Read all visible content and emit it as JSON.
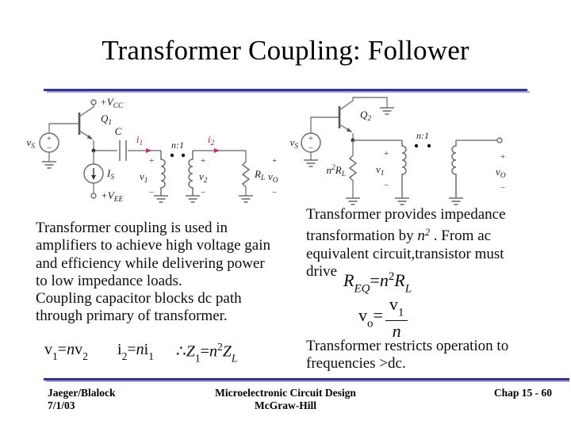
{
  "colors": {
    "accent_line_dark": "#333399",
    "accent_line_light": "#a3a3d6",
    "wire_gray": "#7d7d7d",
    "current_arrow": "#cc2277",
    "current_label": "#aa2244"
  },
  "title": "Transformer Coupling: Follower",
  "signs": {
    "plus": "+",
    "minus": "−"
  },
  "left_circuit": {
    "vcc": {
      "base": "+V",
      "sub": "CC"
    },
    "q1": {
      "base": "Q",
      "sub": "1"
    },
    "vs": {
      "base": "v",
      "sub": "S"
    },
    "is": {
      "base": "I",
      "sub": "S"
    },
    "vee": {
      "base": "+V",
      "sub": "EE"
    },
    "cap": "C",
    "i1": {
      "base": "i",
      "sub": "1"
    },
    "i2": {
      "base": "i",
      "sub": "2"
    },
    "ratio": "n:1",
    "v1": {
      "base": "v",
      "sub": "1"
    },
    "v2": {
      "base": "v",
      "sub": "2"
    },
    "rl": {
      "base": "R",
      "sub": "L"
    },
    "vo": {
      "base": "v",
      "sub": "O"
    }
  },
  "right_circuit": {
    "vs": {
      "base": "v",
      "sub": "S"
    },
    "q2": {
      "base": "Q",
      "sub": "2"
    },
    "n2rl": {
      "pre": "n",
      "sup": "2",
      "base": "R",
      "sub": "L"
    },
    "ratio": "n:1",
    "v1": {
      "base": "v",
      "sub": "1"
    },
    "vo": {
      "base": "v",
      "sub": "O"
    }
  },
  "left_text": {
    "lines": [
      "Transformer coupling is used in",
      "amplifiers to achieve high voltage gain",
      "and efficiency while delivering power",
      "to low impedance loads.",
      "Coupling capacitor blocks dc path",
      "through primary of transformer."
    ]
  },
  "right_text": {
    "line1": "Transformer provides impedance",
    "line2_pre": "transformation by ",
    "line2_var": "n",
    "line2_sup": "2",
    "line2_post": " . From ac",
    "line3": "equivalent circuit,transistor must",
    "line4": "drive"
  },
  "right_text2": {
    "line1": "Transformer restricts operation to",
    "line2": "frequencies >dc."
  },
  "equations": {
    "req": {
      "lhs": "R",
      "lhs_sub": "EQ",
      "eq": "=",
      "coef": "n",
      "coef_sup": "2",
      "rhs": "R",
      "rhs_sub": "L"
    },
    "vo": {
      "lhs": "v",
      "lhs_sub": "o",
      "eq": "=",
      "num": "v",
      "num_sub": "1",
      "den": "n"
    },
    "v1_nv2": {
      "lhs": "v",
      "lhs_sub": "1",
      "eq": "=",
      "coef": "n",
      "rhs": "v",
      "rhs_sub": "2"
    },
    "i2_ni1": {
      "lhs": "i",
      "lhs_sub": "2",
      "eq": "=",
      "coef": "n",
      "rhs": "i",
      "rhs_sub": "1"
    },
    "z1": {
      "therefore": "∴",
      "lhs": "Z",
      "lhs_sub": "1",
      "eq": "=",
      "coef": "n",
      "coef_sup": "2",
      "rhs": "Z",
      "rhs_sub": "L"
    }
  },
  "footer": {
    "left_line1": "Jaeger/Blalock",
    "left_line2": "7/1/03",
    "center_line1": "Microelectronic Circuit Design",
    "center_line2": "McGraw-Hill",
    "right": "Chap 15 - 60"
  }
}
